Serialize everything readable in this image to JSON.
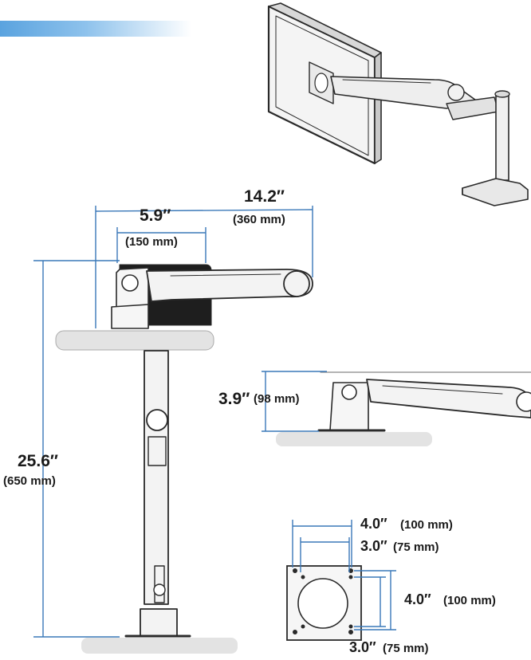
{
  "colors": {
    "banner": "#5aa3df",
    "dimension_line": "#3a78b8",
    "outline": "#2a2a2a",
    "surface": "#e3e3e3"
  },
  "dimensions": {
    "reach_total": {
      "inches": "14.2″",
      "mm": "(360 mm)"
    },
    "reach_arm": {
      "inches": "5.9″",
      "mm": "(150 mm)"
    },
    "height_total": {
      "inches": "25.6″",
      "mm": "(650 mm)"
    },
    "clamp_height": {
      "inches": "3.9″",
      "mm": "(98 mm)"
    }
  },
  "vesa": {
    "top_outer": {
      "inches": "4.0″",
      "mm": "(100 mm)"
    },
    "top_inner": {
      "inches": "3.0″",
      "mm": "(75 mm)"
    },
    "right_outer": {
      "inches": "4.0″",
      "mm": "(100 mm)"
    },
    "bottom_inner": {
      "inches": "3.0″",
      "mm": "(75 mm)"
    }
  },
  "icons": [
    "monitor-arm-illustration",
    "side-view-arm",
    "clamp-detail",
    "vesa-plate"
  ]
}
